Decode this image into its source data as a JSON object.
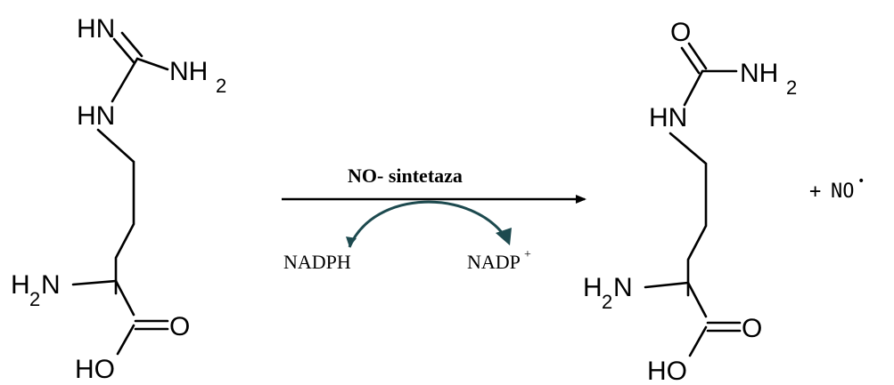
{
  "reactant": {
    "atoms": {
      "imine": "HN",
      "amine_top_main": "NH",
      "amine_top_sub": "2",
      "nh_chain": "HN",
      "alpha_amine_h": "H",
      "alpha_amine_sub": "2",
      "alpha_amine_n": "N",
      "carbonyl_o": "O",
      "hydroxyl": "HO"
    }
  },
  "enzyme_label": "NO- sintetaza",
  "cofactor_in": "NADPH",
  "cofactor_out_main": "NADP",
  "cofactor_out_sup": "+",
  "product": {
    "atoms": {
      "carbonyl_o_top": "O",
      "amine_top_main": "NH",
      "amine_top_sub": "2",
      "nh_chain": "HN",
      "alpha_amine_h": "H",
      "alpha_amine_sub": "2",
      "alpha_amine_n": "N",
      "carbonyl_o": "O",
      "hydroxyl": "HO"
    }
  },
  "byproduct_plus": "+",
  "byproduct_main": "NO",
  "byproduct_radical": "•",
  "colors": {
    "arrow_curve": "#1d4a4f",
    "text": "#000000"
  }
}
